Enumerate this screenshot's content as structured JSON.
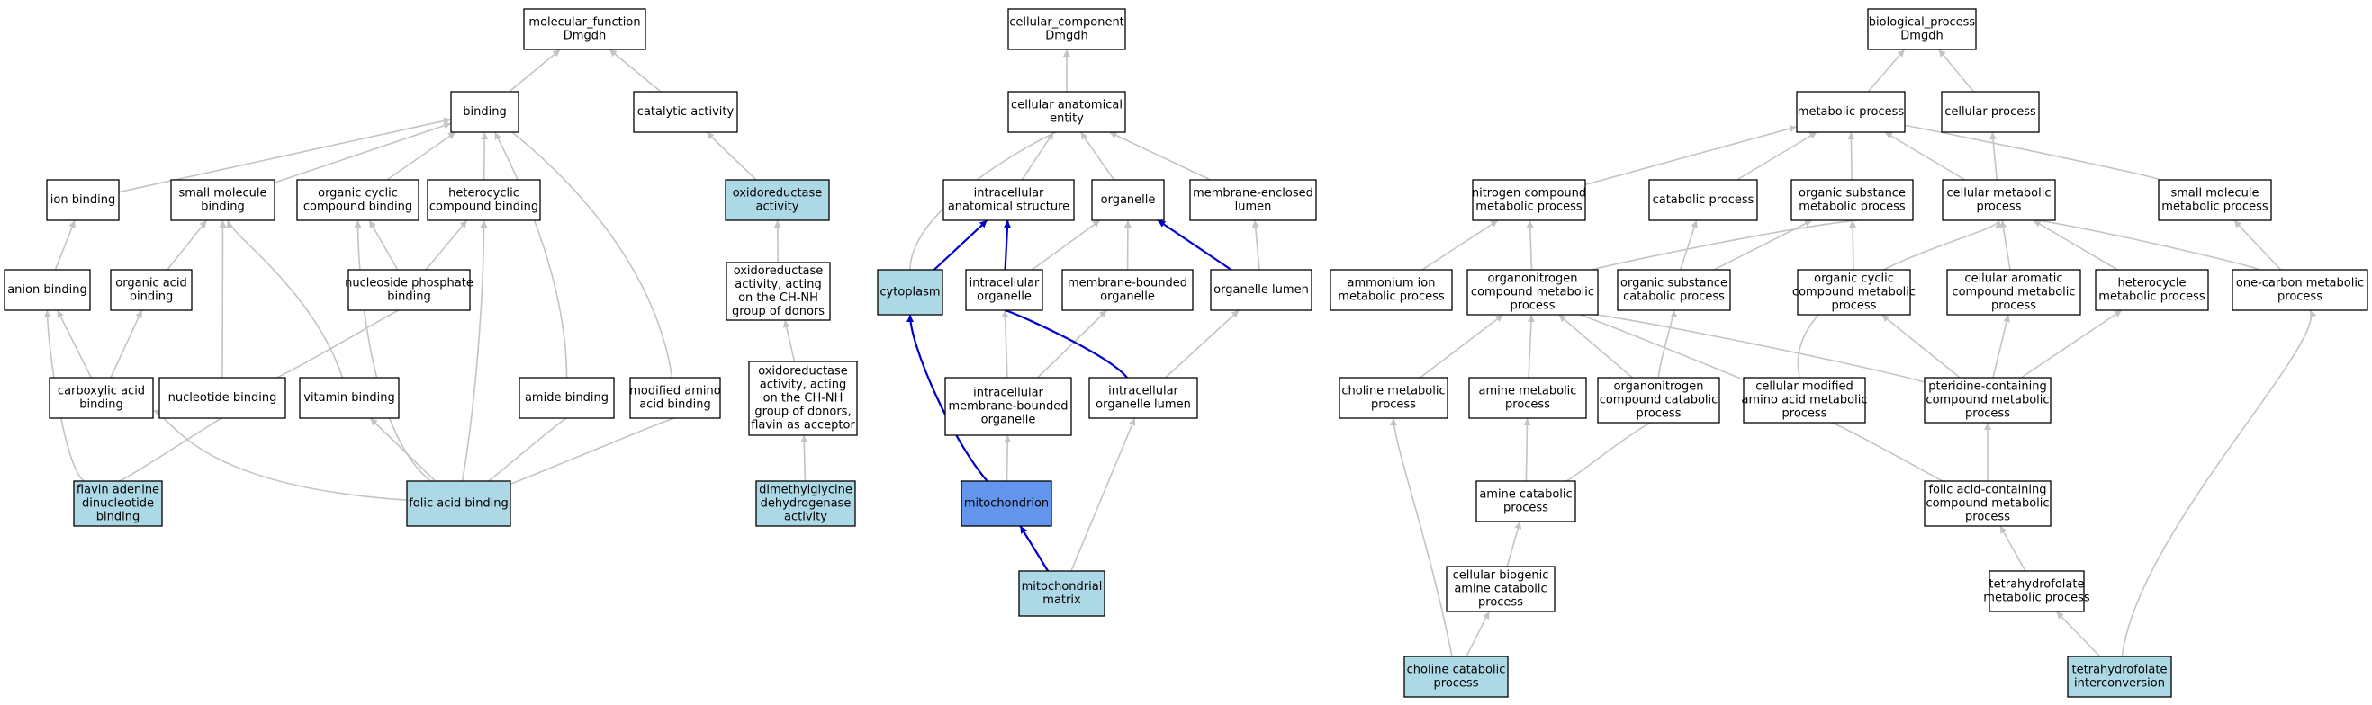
{
  "colors": {
    "plain": "#ffffff",
    "annotated": "#add8e6",
    "focus": "#6495ed",
    "edge": "#c4c4c4",
    "edge_highlight": "#0000cc"
  },
  "nodes": [
    {
      "id": "mf",
      "lines": [
        "molecular_function",
        "Dmgdh"
      ],
      "style": "plain"
    },
    {
      "id": "binding",
      "lines": [
        "binding"
      ],
      "style": "plain"
    },
    {
      "id": "catalytic",
      "lines": [
        "catalytic activity"
      ],
      "style": "plain"
    },
    {
      "id": "ionbind",
      "lines": [
        "ion binding"
      ],
      "style": "plain"
    },
    {
      "id": "smallmol",
      "lines": [
        "small molecule",
        "binding"
      ],
      "style": "plain"
    },
    {
      "id": "orgcyc",
      "lines": [
        "organic cyclic",
        "compound binding"
      ],
      "style": "plain"
    },
    {
      "id": "hetcyc",
      "lines": [
        "heterocyclic",
        "compound binding"
      ],
      "style": "plain"
    },
    {
      "id": "oxred",
      "lines": [
        "oxidoreductase",
        "activity"
      ],
      "style": "annotated"
    },
    {
      "id": "anion",
      "lines": [
        "anion binding"
      ],
      "style": "plain"
    },
    {
      "id": "orgacid",
      "lines": [
        "organic acid",
        "binding"
      ],
      "style": "plain"
    },
    {
      "id": "nucphos",
      "lines": [
        "nucleoside phosphate",
        "binding"
      ],
      "style": "plain"
    },
    {
      "id": "oxred_chnh",
      "lines": [
        "oxidoreductase",
        "activity, acting",
        "on the CH-NH",
        "group of donors"
      ],
      "style": "plain"
    },
    {
      "id": "carbox",
      "lines": [
        "carboxylic acid",
        "binding"
      ],
      "style": "plain"
    },
    {
      "id": "nucbind",
      "lines": [
        "nucleotide binding"
      ],
      "style": "plain"
    },
    {
      "id": "vitbind",
      "lines": [
        "vitamin binding"
      ],
      "style": "plain"
    },
    {
      "id": "amidebind",
      "lines": [
        "amide binding"
      ],
      "style": "plain"
    },
    {
      "id": "modamino",
      "lines": [
        "modified amino",
        "acid binding"
      ],
      "style": "plain"
    },
    {
      "id": "oxred_flavin",
      "lines": [
        "oxidoreductase",
        "activity, acting",
        "on the CH-NH",
        "group of donors,",
        "flavin as acceptor"
      ],
      "style": "plain"
    },
    {
      "id": "fad",
      "lines": [
        "flavin adenine",
        "dinucleotide",
        "binding"
      ],
      "style": "annotated"
    },
    {
      "id": "folic",
      "lines": [
        "folic acid binding"
      ],
      "style": "annotated"
    },
    {
      "id": "dmgdh_act",
      "lines": [
        "dimethylglycine",
        "dehydrogenase",
        "activity"
      ],
      "style": "annotated"
    },
    {
      "id": "cc",
      "lines": [
        "cellular_component",
        "Dmgdh"
      ],
      "style": "plain"
    },
    {
      "id": "cae",
      "lines": [
        "cellular anatomical",
        "entity"
      ],
      "style": "plain"
    },
    {
      "id": "intra_struct",
      "lines": [
        "intracellular",
        "anatomical structure"
      ],
      "style": "plain"
    },
    {
      "id": "organelle",
      "lines": [
        "organelle"
      ],
      "style": "plain"
    },
    {
      "id": "memlumen",
      "lines": [
        "membrane-enclosed",
        "lumen"
      ],
      "style": "plain"
    },
    {
      "id": "cytoplasm",
      "lines": [
        "cytoplasm"
      ],
      "style": "annotated"
    },
    {
      "id": "intra_org",
      "lines": [
        "intracellular",
        "organelle"
      ],
      "style": "plain"
    },
    {
      "id": "membound",
      "lines": [
        "membrane-bounded",
        "organelle"
      ],
      "style": "plain"
    },
    {
      "id": "orglumen",
      "lines": [
        "organelle lumen"
      ],
      "style": "plain"
    },
    {
      "id": "intra_membound",
      "lines": [
        "intracellular",
        "membrane-bounded",
        "organelle"
      ],
      "style": "plain"
    },
    {
      "id": "intra_orglumen",
      "lines": [
        "intracellular",
        "organelle lumen"
      ],
      "style": "plain"
    },
    {
      "id": "mito",
      "lines": [
        "mitochondrion"
      ],
      "style": "focus"
    },
    {
      "id": "mitomatrix",
      "lines": [
        "mitochondrial",
        "matrix"
      ],
      "style": "annotated"
    },
    {
      "id": "bp",
      "lines": [
        "biological_process",
        "Dmgdh"
      ],
      "style": "plain"
    },
    {
      "id": "metab",
      "lines": [
        "metabolic process"
      ],
      "style": "plain"
    },
    {
      "id": "cellproc",
      "lines": [
        "cellular process"
      ],
      "style": "plain"
    },
    {
      "id": "nitro",
      "lines": [
        "nitrogen compound",
        "metabolic process"
      ],
      "style": "plain"
    },
    {
      "id": "catab",
      "lines": [
        "catabolic process"
      ],
      "style": "plain"
    },
    {
      "id": "orgsub",
      "lines": [
        "organic substance",
        "metabolic process"
      ],
      "style": "plain"
    },
    {
      "id": "cellmetab",
      "lines": [
        "cellular metabolic",
        "process"
      ],
      "style": "plain"
    },
    {
      "id": "smallmolmet",
      "lines": [
        "small molecule",
        "metabolic process"
      ],
      "style": "plain"
    },
    {
      "id": "ammonium",
      "lines": [
        "ammonium ion",
        "metabolic process"
      ],
      "style": "plain"
    },
    {
      "id": "orgnitro",
      "lines": [
        "organonitrogen",
        "compound metabolic",
        "process"
      ],
      "style": "plain"
    },
    {
      "id": "orgsubcat",
      "lines": [
        "organic substance",
        "catabolic process"
      ],
      "style": "plain"
    },
    {
      "id": "orgcycmet",
      "lines": [
        "organic cyclic",
        "compound metabolic",
        "process"
      ],
      "style": "plain"
    },
    {
      "id": "cellarom",
      "lines": [
        "cellular aromatic",
        "compound metabolic",
        "process"
      ],
      "style": "plain"
    },
    {
      "id": "hetcycmet",
      "lines": [
        "heterocycle",
        "metabolic process"
      ],
      "style": "plain"
    },
    {
      "id": "onecarbon",
      "lines": [
        "one-carbon metabolic",
        "process"
      ],
      "style": "plain"
    },
    {
      "id": "cholinemet",
      "lines": [
        "choline metabolic",
        "process"
      ],
      "style": "plain"
    },
    {
      "id": "aminemet",
      "lines": [
        "amine metabolic",
        "process"
      ],
      "style": "plain"
    },
    {
      "id": "orgnitrocat",
      "lines": [
        "organonitrogen",
        "compound catabolic",
        "process"
      ],
      "style": "plain"
    },
    {
      "id": "cellmodamino",
      "lines": [
        "cellular modified",
        "amino acid metabolic",
        "process"
      ],
      "style": "plain"
    },
    {
      "id": "pteridine",
      "lines": [
        "pteridine-containing",
        "compound metabolic",
        "process"
      ],
      "style": "plain"
    },
    {
      "id": "aminecat",
      "lines": [
        "amine catabolic",
        "process"
      ],
      "style": "plain"
    },
    {
      "id": "folicmet",
      "lines": [
        "folic acid-containing",
        "compound metabolic",
        "process"
      ],
      "style": "plain"
    },
    {
      "id": "cellbiogenic",
      "lines": [
        "cellular biogenic",
        "amine catabolic",
        "process"
      ],
      "style": "plain"
    },
    {
      "id": "thfmet",
      "lines": [
        "tetrahydrofolate",
        "metabolic process"
      ],
      "style": "plain"
    },
    {
      "id": "cholinecat",
      "lines": [
        "choline catabolic",
        "process"
      ],
      "style": "annotated"
    },
    {
      "id": "thfinter",
      "lines": [
        "tetrahydrofolate",
        "interconversion"
      ],
      "style": "annotated"
    }
  ],
  "edges": [
    {
      "from": "binding",
      "to": "mf",
      "highlight": false
    },
    {
      "from": "catalytic",
      "to": "mf",
      "highlight": false
    },
    {
      "from": "ionbind",
      "to": "binding",
      "highlight": false
    },
    {
      "from": "smallmol",
      "to": "binding",
      "highlight": false
    },
    {
      "from": "orgcyc",
      "to": "binding",
      "highlight": false
    },
    {
      "from": "hetcyc",
      "to": "binding",
      "highlight": false
    },
    {
      "from": "amidebind",
      "to": "binding",
      "highlight": false
    },
    {
      "from": "modamino",
      "to": "binding",
      "highlight": false
    },
    {
      "from": "oxred",
      "to": "catalytic",
      "highlight": false
    },
    {
      "from": "anion",
      "to": "ionbind",
      "highlight": false
    },
    {
      "from": "orgacid",
      "to": "smallmol",
      "highlight": false
    },
    {
      "from": "nucbind",
      "to": "smallmol",
      "highlight": false
    },
    {
      "from": "vitbind",
      "to": "smallmol",
      "highlight": false
    },
    {
      "from": "nucphos",
      "to": "orgcyc",
      "highlight": false
    },
    {
      "from": "nucphos",
      "to": "hetcyc",
      "highlight": false
    },
    {
      "from": "folic",
      "to": "orgcyc",
      "highlight": false
    },
    {
      "from": "folic",
      "to": "hetcyc",
      "highlight": false
    },
    {
      "from": "oxred_chnh",
      "to": "oxred",
      "highlight": false
    },
    {
      "from": "carbox",
      "to": "anion",
      "highlight": false
    },
    {
      "from": "carbox",
      "to": "orgacid",
      "highlight": false
    },
    {
      "from": "nucbind",
      "to": "nucphos",
      "highlight": false
    },
    {
      "from": "oxred_flavin",
      "to": "oxred_chnh",
      "highlight": false
    },
    {
      "from": "fad",
      "to": "anion",
      "highlight": false
    },
    {
      "from": "fad",
      "to": "nucbind",
      "highlight": false
    },
    {
      "from": "folic",
      "to": "carbox",
      "highlight": false
    },
    {
      "from": "folic",
      "to": "vitbind",
      "highlight": false
    },
    {
      "from": "folic",
      "to": "amidebind",
      "highlight": false
    },
    {
      "from": "folic",
      "to": "modamino",
      "highlight": false
    },
    {
      "from": "dmgdh_act",
      "to": "oxred_flavin",
      "highlight": false
    },
    {
      "from": "cae",
      "to": "cc",
      "highlight": false
    },
    {
      "from": "intra_struct",
      "to": "cae",
      "highlight": false
    },
    {
      "from": "organelle",
      "to": "cae",
      "highlight": false
    },
    {
      "from": "memlumen",
      "to": "cae",
      "highlight": false
    },
    {
      "from": "cytoplasm",
      "to": "cae",
      "highlight": false
    },
    {
      "from": "cytoplasm",
      "to": "intra_struct",
      "highlight": true
    },
    {
      "from": "intra_org",
      "to": "intra_struct",
      "highlight": true
    },
    {
      "from": "intra_org",
      "to": "organelle",
      "highlight": false
    },
    {
      "from": "membound",
      "to": "organelle",
      "highlight": false
    },
    {
      "from": "orglumen",
      "to": "organelle",
      "highlight": true
    },
    {
      "from": "orglumen",
      "to": "memlumen",
      "highlight": false
    },
    {
      "from": "intra_membound",
      "to": "intra_org",
      "highlight": false
    },
    {
      "from": "intra_membound",
      "to": "membound",
      "highlight": false
    },
    {
      "from": "intra_orglumen",
      "to": "intra_org",
      "highlight": true
    },
    {
      "from": "intra_orglumen",
      "to": "orglumen",
      "highlight": false
    },
    {
      "from": "mito",
      "to": "cytoplasm",
      "highlight": true
    },
    {
      "from": "mito",
      "to": "intra_membound",
      "highlight": false
    },
    {
      "from": "mitomatrix",
      "to": "mito",
      "highlight": true
    },
    {
      "from": "mitomatrix",
      "to": "intra_orglumen",
      "highlight": false
    },
    {
      "from": "metab",
      "to": "bp",
      "highlight": false
    },
    {
      "from": "cellproc",
      "to": "bp",
      "highlight": false
    },
    {
      "from": "nitro",
      "to": "metab",
      "highlight": false
    },
    {
      "from": "catab",
      "to": "metab",
      "highlight": false
    },
    {
      "from": "orgsub",
      "to": "metab",
      "highlight": false
    },
    {
      "from": "cellmetab",
      "to": "metab",
      "highlight": false
    },
    {
      "from": "smallmolmet",
      "to": "metab",
      "highlight": false
    },
    {
      "from": "cellmetab",
      "to": "cellproc",
      "highlight": false
    },
    {
      "from": "ammonium",
      "to": "nitro",
      "highlight": false
    },
    {
      "from": "orgnitro",
      "to": "nitro",
      "highlight": false
    },
    {
      "from": "orgnitro",
      "to": "orgsub",
      "highlight": false
    },
    {
      "from": "orgsubcat",
      "to": "catab",
      "highlight": false
    },
    {
      "from": "orgsubcat",
      "to": "orgsub",
      "highlight": false
    },
    {
      "from": "orgcycmet",
      "to": "orgsub",
      "highlight": false
    },
    {
      "from": "cellarom",
      "to": "cellmetab",
      "highlight": false
    },
    {
      "from": "hetcycmet",
      "to": "cellmetab",
      "highlight": false
    },
    {
      "from": "onecarbon",
      "to": "cellmetab",
      "highlight": false
    },
    {
      "from": "onecarbon",
      "to": "smallmolmet",
      "highlight": false
    },
    {
      "from": "cellmodamino",
      "to": "cellmetab",
      "highlight": false
    },
    {
      "from": "cholinemet",
      "to": "orgnitro",
      "highlight": false
    },
    {
      "from": "aminemet",
      "to": "orgnitro",
      "highlight": false
    },
    {
      "from": "orgnitrocat",
      "to": "orgnitro",
      "highlight": false
    },
    {
      "from": "orgnitrocat",
      "to": "orgsubcat",
      "highlight": false
    },
    {
      "from": "cellmodamino",
      "to": "orgnitro",
      "highlight": false
    },
    {
      "from": "pteridine",
      "to": "orgnitro",
      "highlight": false
    },
    {
      "from": "pteridine",
      "to": "orgcycmet",
      "highlight": false
    },
    {
      "from": "pteridine",
      "to": "cellarom",
      "highlight": false
    },
    {
      "from": "pteridine",
      "to": "hetcycmet",
      "highlight": false
    },
    {
      "from": "aminecat",
      "to": "aminemet",
      "highlight": false
    },
    {
      "from": "aminecat",
      "to": "orgnitrocat",
      "highlight": false
    },
    {
      "from": "folicmet",
      "to": "pteridine",
      "highlight": false
    },
    {
      "from": "folicmet",
      "to": "cellmodamino",
      "highlight": false
    },
    {
      "from": "cellbiogenic",
      "to": "aminecat",
      "highlight": false
    },
    {
      "from": "thfmet",
      "to": "folicmet",
      "highlight": false
    },
    {
      "from": "cholinecat",
      "to": "cholinemet",
      "highlight": false
    },
    {
      "from": "cholinecat",
      "to": "cellbiogenic",
      "highlight": false
    },
    {
      "from": "thfinter",
      "to": "thfmet",
      "highlight": false
    },
    {
      "from": "thfinter",
      "to": "onecarbon",
      "highlight": false
    }
  ]
}
